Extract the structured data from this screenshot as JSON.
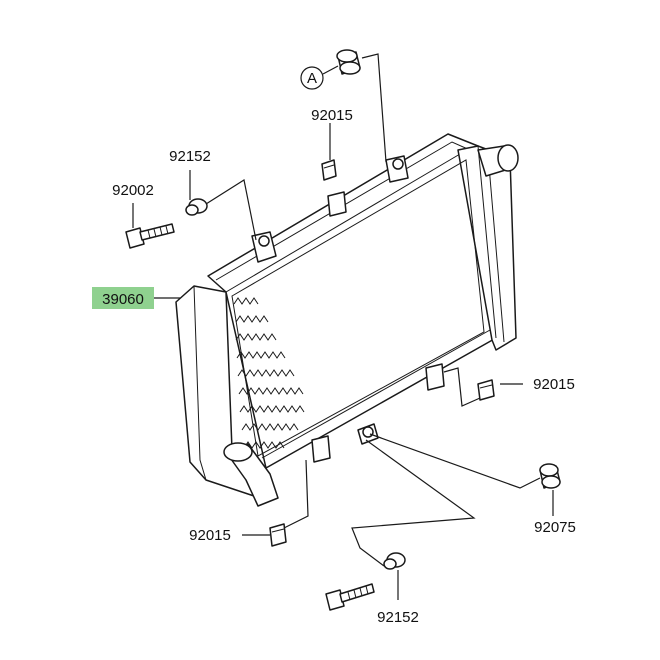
{
  "diagram": {
    "highlight_color": "#8fd18f",
    "callouts": {
      "radiator": "39060",
      "bolt": "92002",
      "collar_top_left": "92152",
      "nut_top": "92015",
      "nut_right": "92015",
      "nut_bottom": "92015",
      "grommet": "92075",
      "collar_bottom": "92152",
      "ref_mark": "A"
    }
  }
}
